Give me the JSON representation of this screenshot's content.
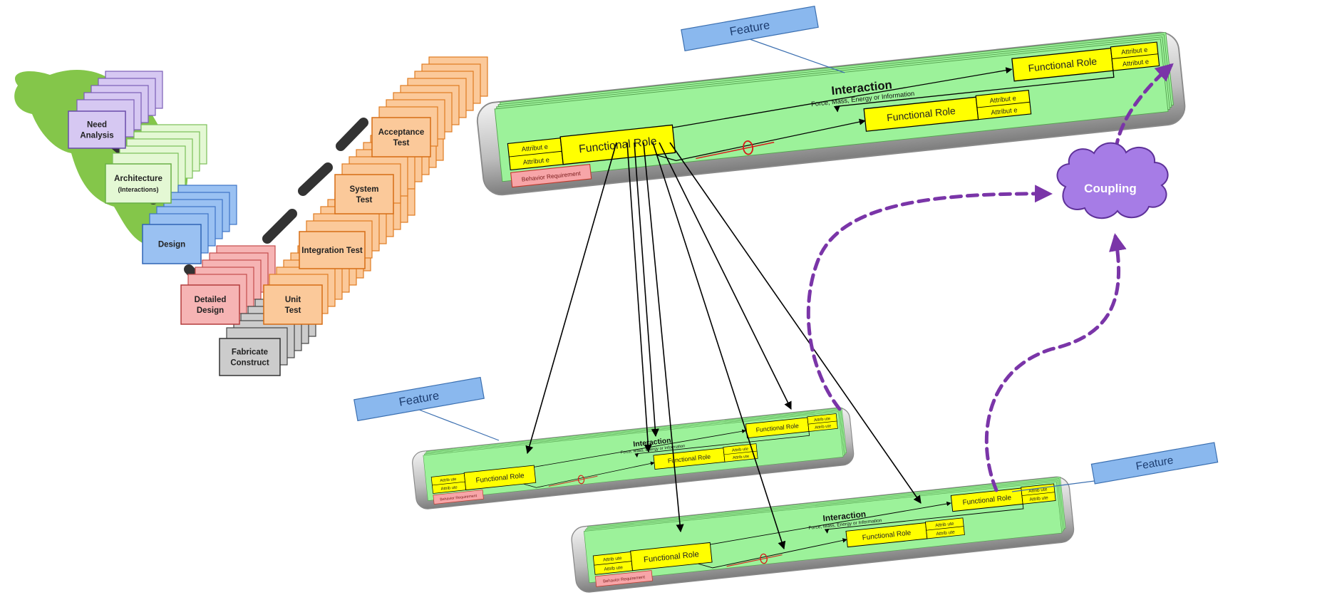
{
  "vee": {
    "steps": {
      "need": [
        "Need",
        "Analysis"
      ],
      "architecture": [
        "Architecture",
        "(Interactions)"
      ],
      "design": [
        "Design"
      ],
      "detailed": [
        "Detailed",
        "Design"
      ],
      "fabricate": [
        "Fabricate",
        "Construct"
      ],
      "unit": [
        "Unit",
        "Test"
      ],
      "integration": [
        "Integration Test"
      ],
      "system": [
        "System",
        "Test"
      ],
      "acceptance": [
        "Acceptance",
        "Test"
      ]
    }
  },
  "features": {
    "top": "Feature",
    "left": "Feature",
    "right": "Feature"
  },
  "panel": {
    "interaction": "Interaction",
    "flow": "Force, Mass, Energy or Information",
    "functional_role": "Functional Role",
    "attribute": "Attribut e",
    "attribute_small": "Attrib ute",
    "behavior": "Behavior Requirement"
  },
  "coupling": "Coupling",
  "colors": {
    "need": "#d6c8f2",
    "architecture": "#e4f8d4",
    "design": "#9ac1f2",
    "detailed": "#f6b4b4",
    "fabricate": "#cccccc",
    "test": "#fbc99a",
    "green_blob": "#84c64a",
    "panel_green": "#9cf29a",
    "role_yellow": "#ffff00",
    "feature_blue": "#8ab8ee",
    "coupling_purple": "#a67ce6",
    "dashed_purple": "#7a35a8",
    "behavior_pink": "#f7a5a8"
  }
}
